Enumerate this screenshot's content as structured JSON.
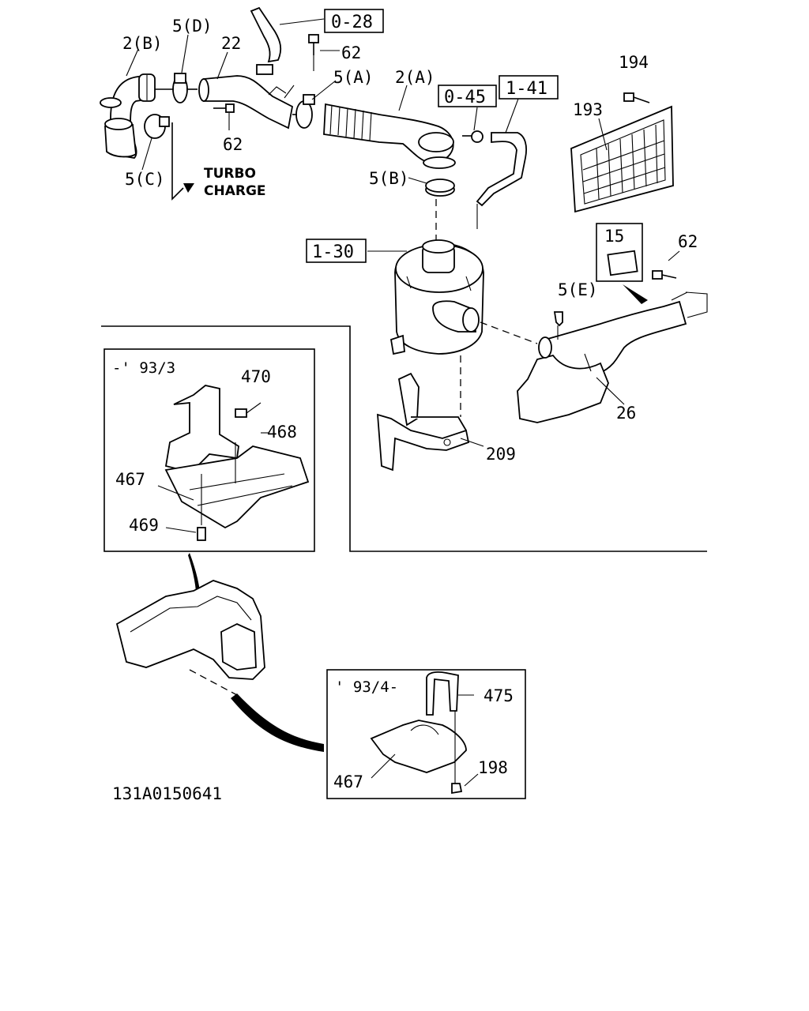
{
  "diagram": {
    "labels": {
      "l_2b": "2(B)",
      "l_5d": "5(D)",
      "l_22": "22",
      "l_62_top": "62",
      "l_5a": "5(A)",
      "l_2a": "2(A)",
      "l_62_mid": "62",
      "l_5c": "5(C)",
      "l_5b": "5(B)",
      "l_194": "194",
      "l_193": "193",
      "l_15": "15",
      "l_62_right": "62",
      "l_5e": "5(E)",
      "l_26": "26",
      "l_209": "209",
      "l_470": "470",
      "l_468": "468",
      "l_467_a": "467",
      "l_469": "469",
      "l_475": "475",
      "l_198": "198",
      "l_467_b": "467"
    },
    "refs": {
      "r_028": "0-28",
      "r_045": "0-45",
      "r_141": "1-41",
      "r_130": "1-30"
    },
    "turbo_line1": "TURBO",
    "turbo_line2": "CHARGE",
    "inset_left_period": "-' 93/3",
    "inset_right_period": "' 93/4-",
    "diagram_code": "131A0150641"
  }
}
